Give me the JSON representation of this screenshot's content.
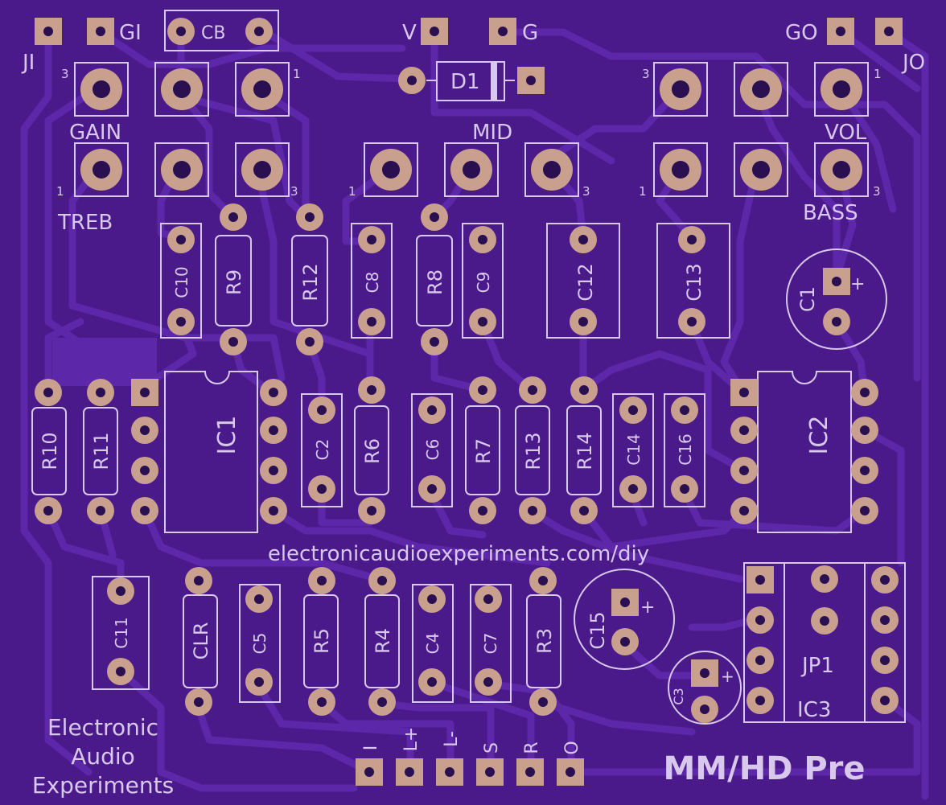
{
  "board": {
    "background": "#4a1a8a",
    "trace_color": "#5c27a8",
    "pad_color": "#c9a08e",
    "silk_color": "#d8c8ec"
  },
  "header_pads": {
    "ji": "JI",
    "gi": "GI",
    "cb": "CB",
    "v": "V",
    "g": "G",
    "go": "GO",
    "jo": "JO"
  },
  "diode": "D1",
  "pots": {
    "gain": "GAIN",
    "treb": "TREB",
    "mid": "MID",
    "vol": "VOL",
    "bass": "BASS",
    "pin_1": "1",
    "pin_3": "3"
  },
  "components": {
    "C10": "C10",
    "R9": "R9",
    "R12": "R12",
    "C8": "C8",
    "R8": "R8",
    "C9": "C9",
    "C12": "C12",
    "C13": "C13",
    "C1": "C1",
    "R10": "R10",
    "R11": "R11",
    "IC1": "IC1",
    "C2": "C2",
    "R6": "R6",
    "C6": "C6",
    "R7": "R7",
    "R13": "R13",
    "R14": "R14",
    "C14": "C14",
    "C16": "C16",
    "IC2": "IC2",
    "C11": "C11",
    "CLR": "CLR",
    "C5": "C5",
    "R5": "R5",
    "R4": "R4",
    "C4": "C4",
    "C7": "C7",
    "R3": "R3",
    "C15": "C15",
    "C3": "C3",
    "JP1": "JP1",
    "IC3": "IC3"
  },
  "polarity_plus": "+",
  "url": "electronicaudioexperiments.com/diy",
  "brand": {
    "line1": "Electronic",
    "line2": "Audio",
    "line3": "Experiments"
  },
  "product": "MM/HD Pre",
  "footer_pads": {
    "i": "I",
    "l_plus": "L+",
    "l_minus": "L-",
    "s": "S",
    "r": "R",
    "o": "O"
  }
}
